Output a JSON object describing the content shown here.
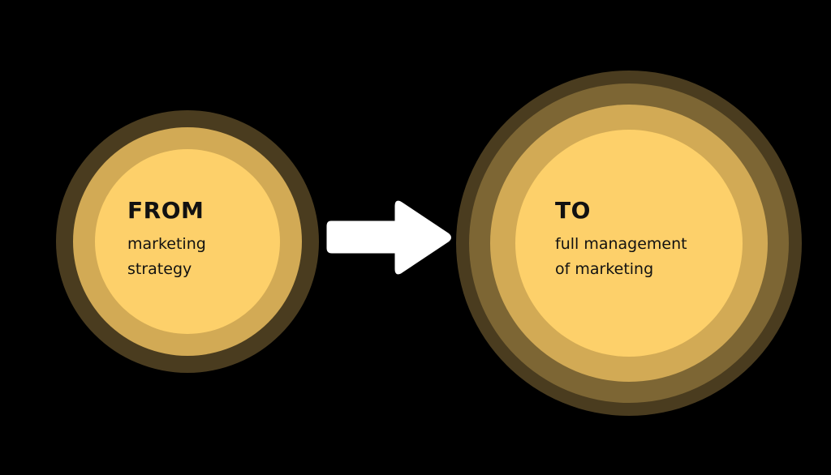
{
  "colors": {
    "background": "#000000",
    "ring_dark": "#4a3c1f",
    "ring_mid_dark": "#7d6634",
    "ring_mid": "#d2aa55",
    "ring_inner": "#fdd06a",
    "arrow": "#ffffff",
    "text": "#111111"
  },
  "from": {
    "heading": "FROM",
    "lines": [
      "marketing",
      "strategy"
    ]
  },
  "to": {
    "heading": "TO",
    "lines": [
      "full management",
      "of marketing"
    ]
  },
  "arrow": {
    "icon": "right-arrow-icon",
    "direction": "right"
  }
}
